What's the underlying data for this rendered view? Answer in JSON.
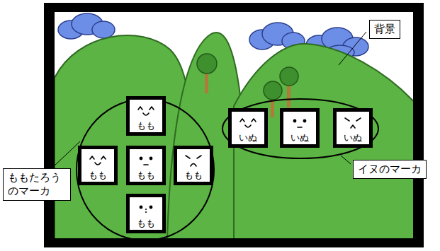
{
  "diagram": {
    "nodes": [
      {
        "text": [
          "背景"
        ]
      },
      {
        "text": [
          "もも"
        ]
      },
      {
        "text": [
          "いぬ"
        ]
      },
      {
        "text": [
          "いぬ"
        ]
      },
      {
        "text": [
          "いぬ"
        ]
      },
      {
        "text": [
          "もも"
        ]
      },
      {
        "text": [
          "もも"
        ]
      },
      {
        "text": [
          "もも"
        ]
      },
      {
        "text": [
          "イヌのマーカ"
        ]
      },
      {
        "text": [
          "ももたろう のマーカ"
        ]
      },
      {
        "text": [
          "もも"
        ]
      }
    ]
  }
}
